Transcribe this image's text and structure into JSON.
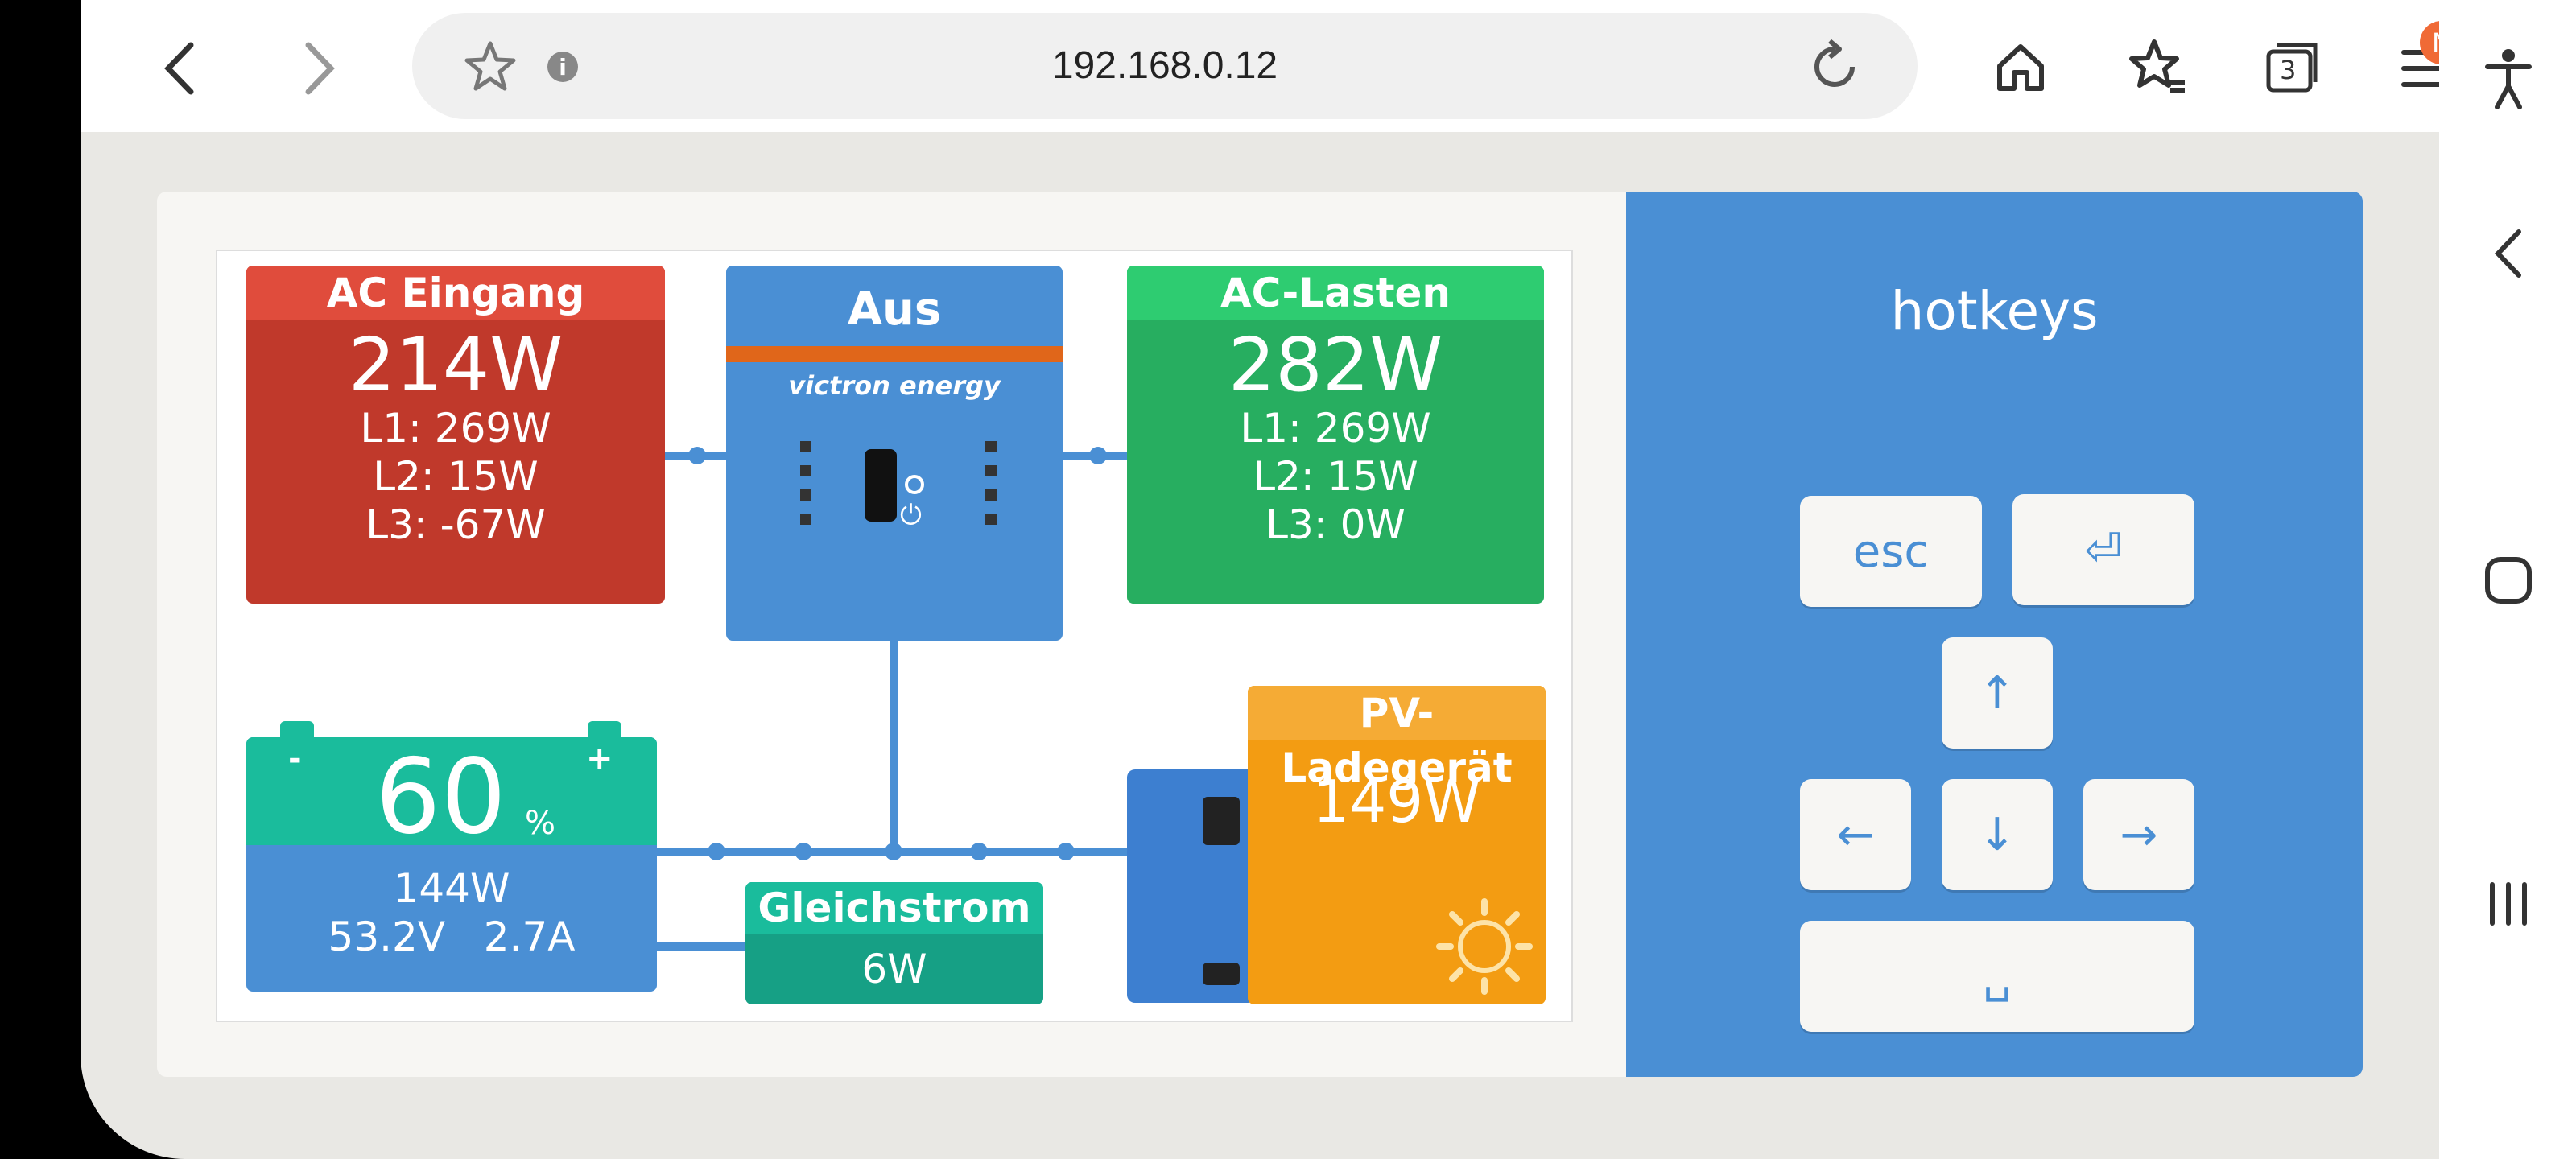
{
  "browser": {
    "url": "192.168.0.12",
    "tab_count": "3",
    "notification_badge": "N",
    "icons": [
      "back-icon",
      "forward-icon",
      "star-icon",
      "info-icon",
      "reload-icon",
      "home-icon",
      "bookmarks-icon",
      "tabs-icon",
      "menu-icon"
    ]
  },
  "overview": {
    "ac_input": {
      "title": "AC Eingang",
      "power": "214W",
      "l1": "L1: 269W",
      "l2": "L2: 15W",
      "l3": "L3: -67W",
      "color": "#c0392b"
    },
    "inverter": {
      "title": "Aus",
      "brand": "victron energy",
      "color": "#4a8fd4"
    },
    "ac_loads": {
      "title": "AC-Lasten",
      "power": "282W",
      "l1": "L1: 269W",
      "l2": "L2: 15W",
      "l3": "L3: 0W",
      "color": "#27ae60"
    },
    "battery": {
      "soc": "60",
      "soc_unit": "%",
      "minus": "-",
      "plus": "+",
      "power": "144W",
      "voltage": "53.2V",
      "current": "2.7A",
      "soc_fraction": 0.6
    },
    "dc": {
      "title": "Gleichstrom",
      "power": "6W",
      "color": "#16a085"
    },
    "pv": {
      "title": "PV-Ladegerät",
      "power": "149W",
      "color": "#f39c12"
    }
  },
  "hotkeys": {
    "title": "hotkeys",
    "esc": "esc",
    "enter": "⏎",
    "up": "↑",
    "left": "←",
    "down": "↓",
    "right": "→",
    "space": "␣"
  }
}
